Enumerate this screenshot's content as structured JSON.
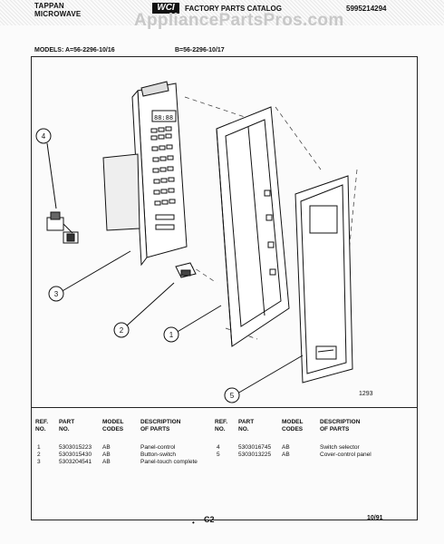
{
  "header": {
    "brand_line1": "TAPPAN",
    "brand_line2": "MICROWAVE",
    "logo": "WCI",
    "catalog": "FACTORY PARTS CATALOG",
    "code": "5995214294",
    "watermark": "AppliancePartsPros.com"
  },
  "models": {
    "label": "MODELS:",
    "a": "A=56-2296-10/16",
    "b": "B=56-2296-10/17"
  },
  "diagram": {
    "callouts": [
      "1",
      "2",
      "3",
      "4",
      "5"
    ],
    "drawing_number": "1293",
    "display_text": "88:88"
  },
  "parts_table": {
    "headers": {
      "ref": "REF.",
      "no": "NO.",
      "part": "PART",
      "part_no": "NO.",
      "model": "MODEL",
      "codes": "CODES",
      "desc": "DESCRIPTION",
      "of_parts": "OF PARTS"
    },
    "left_rows": [
      {
        "ref": "1",
        "part": "5303015223",
        "model": "AB",
        "desc": "Panel-control"
      },
      {
        "ref": "2",
        "part": "5303015430",
        "model": "AB",
        "desc": "Button-switch"
      },
      {
        "ref": "3",
        "part": "5303204541",
        "model": "AB",
        "desc": "Panel-touch complete"
      }
    ],
    "right_rows": [
      {
        "ref": "4",
        "part": "5303016745",
        "model": "AB",
        "desc": "Switch selector"
      },
      {
        "ref": "5",
        "part": "5303013225",
        "model": "AB",
        "desc": "Cover-control panel"
      }
    ]
  },
  "footer": {
    "page": "C2",
    "date": "10/91",
    "dot": "•"
  }
}
